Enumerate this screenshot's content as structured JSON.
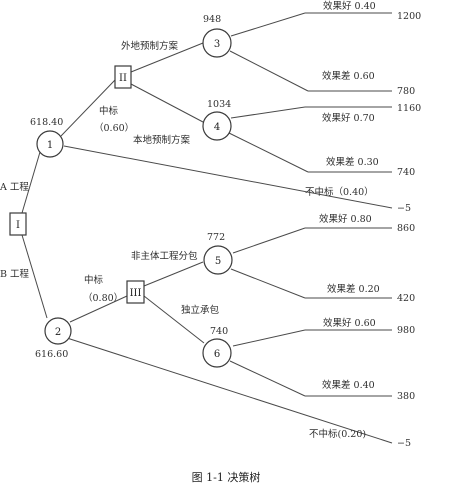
{
  "caption": "图 1-1    决策树",
  "nodes": {
    "root": {
      "label": "I"
    },
    "n1": {
      "label": "1",
      "value": "618.40"
    },
    "n2": {
      "label": "2",
      "value": "616.60"
    },
    "d2": {
      "label": "II"
    },
    "d3": {
      "label": "III"
    },
    "n3": {
      "label": "3",
      "value": "948"
    },
    "n4": {
      "label": "4",
      "value": "1034"
    },
    "n5": {
      "label": "5",
      "value": "772"
    },
    "n6": {
      "label": "6",
      "value": "740"
    }
  },
  "branches": {
    "a_project": "A 工程",
    "b_project": "B 工程",
    "win_a": "中标",
    "win_a_prob": "（0.60）",
    "win_b": "中标",
    "win_b_prob": "（0.80）",
    "foreign_plan": "外地预制方案",
    "local_plan": "本地预制方案",
    "non_main_sub": "非主体工程分包",
    "independent": "独立承包",
    "lose_a": "不中标（0.40）",
    "lose_b": "不中标(0.20)"
  },
  "outcomes": [
    {
      "label": "效果好 0.40",
      "payoff": "1200"
    },
    {
      "label": "效果差 0.60",
      "payoff": "780"
    },
    {
      "label": "效果好 0.70",
      "payoff": "1160"
    },
    {
      "label": "效果差 0.30",
      "payoff": "740"
    },
    {
      "label": "",
      "payoff": "−5"
    },
    {
      "label": "效果好 0.80",
      "payoff": "860"
    },
    {
      "label": "效果差 0.20",
      "payoff": "420"
    },
    {
      "label": "效果好 0.60",
      "payoff": "980"
    },
    {
      "label": "效果差 0.40",
      "payoff": "380"
    },
    {
      "label": "",
      "payoff": "−5"
    }
  ]
}
